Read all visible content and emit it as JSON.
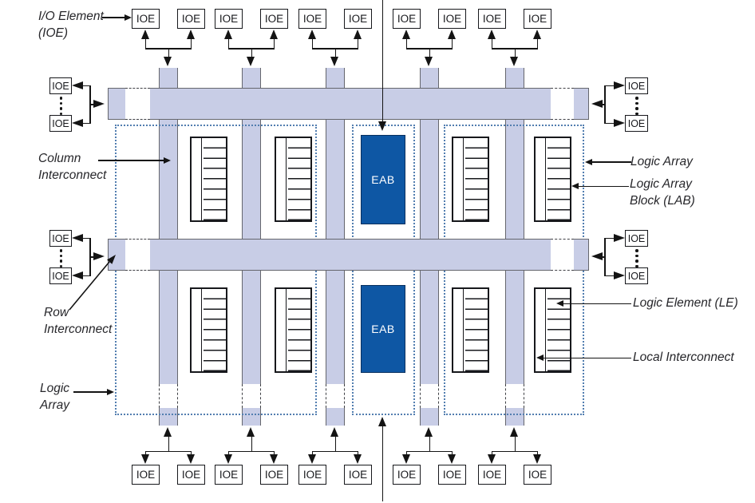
{
  "ioe": "IOE",
  "eab": "EAB",
  "labels": {
    "io_element_line1": "I/O Element",
    "io_element_line2": "(IOE)",
    "column_interconnect_line1": "Column",
    "column_interconnect_line2": "Interconnect",
    "row_interconnect_line1": "Row",
    "row_interconnect_line2": "Interconnect",
    "logic_array_left_line1": "Logic",
    "logic_array_left_line2": "Array",
    "logic_array_right": "Logic Array",
    "lab_line1": "Logic Array",
    "lab_line2": "Block (LAB)",
    "logic_element": "Logic Element (LE)",
    "local_interconnect": "Local Interconnect"
  },
  "colors": {
    "interconnect_fill": "#c8cde6",
    "eab_fill": "#0e57a4",
    "dotted_outline": "#527eb0",
    "line_color": "#141414"
  }
}
